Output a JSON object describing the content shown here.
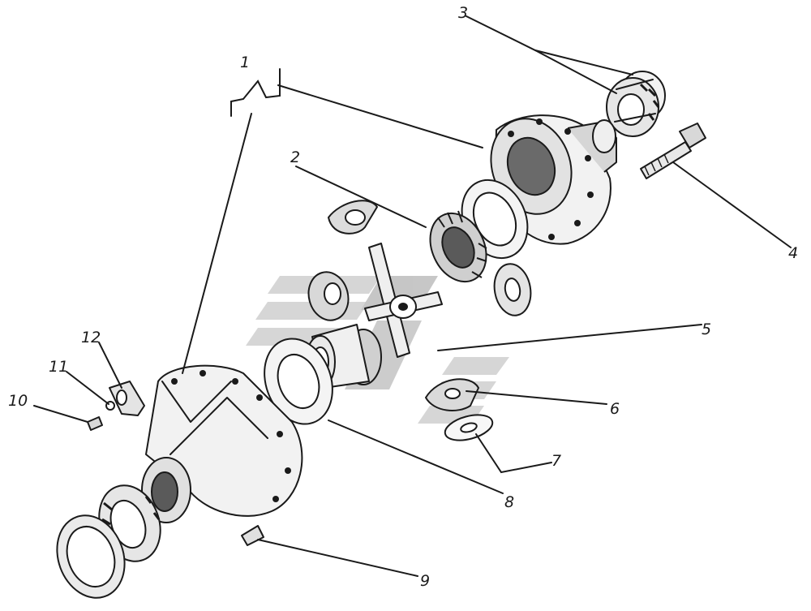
{
  "diagram": {
    "callouts": [
      {
        "id": "1",
        "text": "1"
      },
      {
        "id": "2",
        "text": "2"
      },
      {
        "id": "3",
        "text": "3"
      },
      {
        "id": "4",
        "text": "4"
      },
      {
        "id": "5",
        "text": "5"
      },
      {
        "id": "6",
        "text": "6"
      },
      {
        "id": "7",
        "text": "7"
      },
      {
        "id": "8",
        "text": "8"
      },
      {
        "id": "9",
        "text": "9"
      },
      {
        "id": "10",
        "text": "10"
      },
      {
        "id": "11",
        "text": "11"
      },
      {
        "id": "12",
        "text": "12"
      }
    ],
    "colors": {
      "ink": "#1a1a1a",
      "watermark": "#c9c9c9",
      "part_fill": "#f2f2f2",
      "part_shade": "#5a5a5a"
    }
  }
}
